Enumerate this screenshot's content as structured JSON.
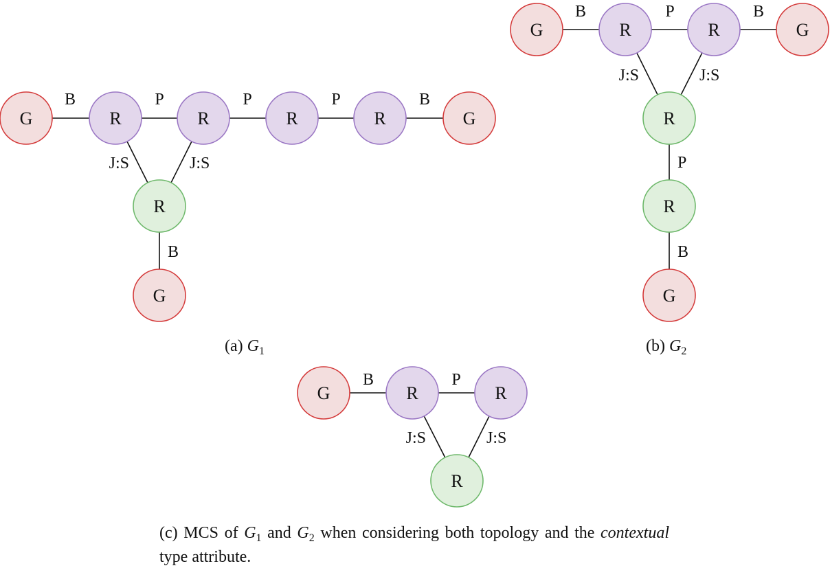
{
  "colors": {
    "G": {
      "fill": "#f3dede",
      "stroke": "#d43a3a"
    },
    "R_purple": {
      "fill": "#e3d7ec",
      "stroke": "#9a76c4"
    },
    "R_green": {
      "fill": "#e0f0dd",
      "stroke": "#6db86a"
    },
    "edge": "#111111"
  },
  "graphs": {
    "g1": {
      "nodes": [
        {
          "id": "g1n1",
          "label": "G",
          "kind": "G"
        },
        {
          "id": "g1n2",
          "label": "R",
          "kind": "R_purple"
        },
        {
          "id": "g1n3",
          "label": "R",
          "kind": "R_purple"
        },
        {
          "id": "g1n4",
          "label": "R",
          "kind": "R_purple"
        },
        {
          "id": "g1n5",
          "label": "R",
          "kind": "R_purple"
        },
        {
          "id": "g1n6",
          "label": "G",
          "kind": "G"
        },
        {
          "id": "g1n7",
          "label": "R",
          "kind": "R_green"
        },
        {
          "id": "g1n8",
          "label": "G",
          "kind": "G"
        }
      ],
      "edges": [
        {
          "from": "g1n1",
          "to": "g1n2",
          "label": "B"
        },
        {
          "from": "g1n2",
          "to": "g1n3",
          "label": "P"
        },
        {
          "from": "g1n3",
          "to": "g1n4",
          "label": "P"
        },
        {
          "from": "g1n4",
          "to": "g1n5",
          "label": "P"
        },
        {
          "from": "g1n5",
          "to": "g1n6",
          "label": "B"
        },
        {
          "from": "g1n2",
          "to": "g1n7",
          "label": "J:S"
        },
        {
          "from": "g1n3",
          "to": "g1n7",
          "label": "J:S"
        },
        {
          "from": "g1n7",
          "to": "g1n8",
          "label": "B"
        }
      ]
    },
    "g2": {
      "nodes": [
        {
          "id": "g2n1",
          "label": "G",
          "kind": "G"
        },
        {
          "id": "g2n2",
          "label": "R",
          "kind": "R_purple"
        },
        {
          "id": "g2n3",
          "label": "R",
          "kind": "R_purple"
        },
        {
          "id": "g2n4",
          "label": "G",
          "kind": "G"
        },
        {
          "id": "g2n5",
          "label": "R",
          "kind": "R_green"
        },
        {
          "id": "g2n6",
          "label": "R",
          "kind": "R_green"
        },
        {
          "id": "g2n7",
          "label": "G",
          "kind": "G"
        }
      ],
      "edges": [
        {
          "from": "g2n1",
          "to": "g2n2",
          "label": "B"
        },
        {
          "from": "g2n2",
          "to": "g2n3",
          "label": "P"
        },
        {
          "from": "g2n3",
          "to": "g2n4",
          "label": "B"
        },
        {
          "from": "g2n2",
          "to": "g2n5",
          "label": "J:S"
        },
        {
          "from": "g2n3",
          "to": "g2n5",
          "label": "J:S"
        },
        {
          "from": "g2n5",
          "to": "g2n6",
          "label": "P"
        },
        {
          "from": "g2n6",
          "to": "g2n7",
          "label": "B"
        }
      ]
    },
    "mcs": {
      "nodes": [
        {
          "id": "m1",
          "label": "G",
          "kind": "G"
        },
        {
          "id": "m2",
          "label": "R",
          "kind": "R_purple"
        },
        {
          "id": "m3",
          "label": "R",
          "kind": "R_purple"
        },
        {
          "id": "m4",
          "label": "R",
          "kind": "R_green"
        }
      ],
      "edges": [
        {
          "from": "m1",
          "to": "m2",
          "label": "B"
        },
        {
          "from": "m2",
          "to": "m3",
          "label": "P"
        },
        {
          "from": "m2",
          "to": "m4",
          "label": "J:S"
        },
        {
          "from": "m3",
          "to": "m4",
          "label": "J:S"
        }
      ]
    }
  },
  "captions": {
    "a_prefix": "(a) ",
    "a_var": "G",
    "a_sub": "1",
    "b_prefix": "(b) ",
    "b_var": "G",
    "b_sub": "2",
    "c_part1": "(c) MCS of ",
    "c_var1": "G",
    "c_sub1": "1",
    "c_part2": " and ",
    "c_var2": "G",
    "c_sub2": "2",
    "c_part3": " when considering both topology and the ",
    "c_em": "contextual",
    "c_part4": " type attribute."
  }
}
